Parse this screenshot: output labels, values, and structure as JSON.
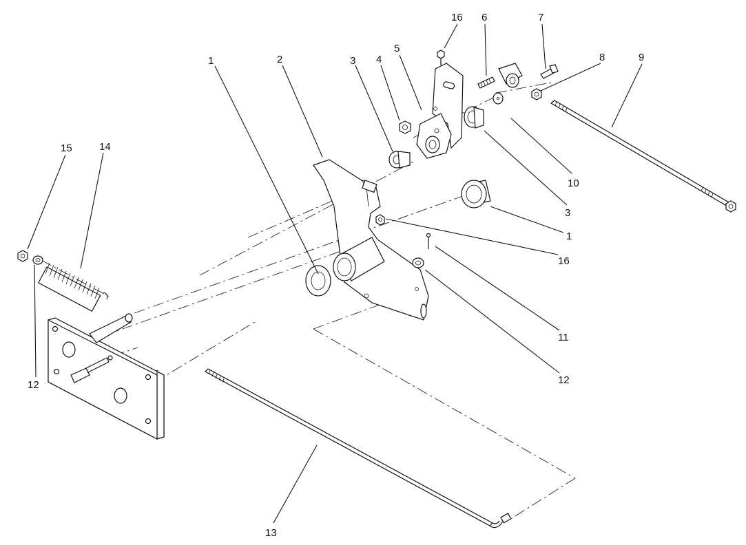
{
  "callouts": {
    "c1a": "1",
    "c1b": "1",
    "c2": "2",
    "c3a": "3",
    "c3b": "3",
    "c4": "4",
    "c5": "5",
    "c6": "6",
    "c7": "7",
    "c8": "8",
    "c9": "9",
    "c10": "10",
    "c11": "11",
    "c12a": "12",
    "c12b": "12",
    "c13": "13",
    "c14": "14",
    "c15": "15",
    "c16a": "16",
    "c16b": "16"
  }
}
